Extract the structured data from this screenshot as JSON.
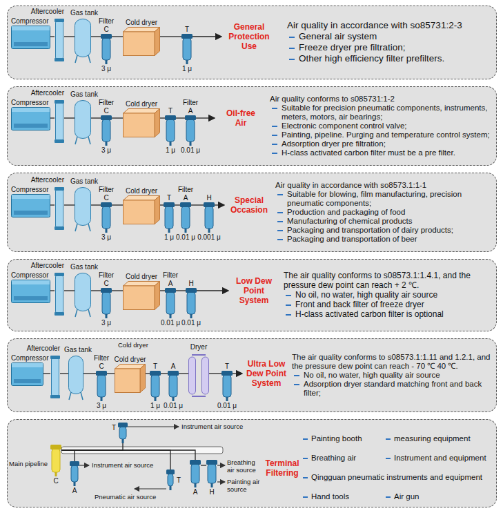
{
  "diagram": {
    "nodes": [
      {
        "text": [
          "General Protection Use",
          "Air quality in accordance with so85731:2-3",
          "General air system",
          "Freeze dryer pre filtration;",
          "Other high efficiency filter prefilters."
        ]
      },
      {
        "text": [
          "Compressor"
        ],
        "in": 0
      },
      {
        "text": [
          "Aftercooler"
        ],
        "in": 0
      },
      {
        "text": [
          "Gas tank"
        ],
        "in": 0
      },
      {
        "text": [
          "Filter",
          "C",
          "3 μ"
        ],
        "in": 0
      },
      {
        "text": [
          "Cold dryer"
        ],
        "in": 0
      },
      {
        "text": [
          "T",
          "1 μ"
        ],
        "in": 0
      },
      {
        "text": [
          "Oil-free Air",
          "Air quality conforms to s085731:1-2",
          "Suitable for precision pneumatic components, instruments, meters, motors, air bearings;",
          "Electronic component control valve;",
          "Painting, pipeline. Purging and temperature control system;",
          "Adsorption dryer pre filtration;",
          "H-class activated carbon filter must be a pre filter."
        ]
      },
      {
        "text": [
          "Compressor"
        ],
        "in": 7
      },
      {
        "text": [
          "Aftercooler"
        ],
        "in": 7
      },
      {
        "text": [
          "Gas tank"
        ],
        "in": 7
      },
      {
        "text": [
          "Filter",
          "C",
          "3 μ"
        ],
        "in": 7
      },
      {
        "text": [
          "Cold dryer"
        ],
        "in": 7
      },
      {
        "text": [
          "T",
          "1 μ"
        ],
        "in": 7
      },
      {
        "text": [
          "Filter",
          "A",
          "0.01 μ"
        ],
        "in": 7
      },
      {
        "text": [
          "Special Occasion",
          "Air quality in accordance with so8573.1:1-1",
          "Suitable for blowing, film manufacturing, precision pneumatic components;",
          "Production and packaging of food",
          "Manufacturing of chemical products",
          "Packaging and transportation of dairy products;",
          "Packaging and transportation of beer"
        ]
      },
      {
        "text": [
          "Compressor"
        ],
        "in": 15
      },
      {
        "text": [
          "Aftercooler"
        ],
        "in": 15
      },
      {
        "text": [
          "Gas tank"
        ],
        "in": 15
      },
      {
        "text": [
          "Filter",
          "C",
          "3 μ"
        ],
        "in": 15
      },
      {
        "text": [
          "Cold dryer"
        ],
        "in": 15
      },
      {
        "text": [
          "T",
          "1 μ"
        ],
        "in": 15
      },
      {
        "text": [
          "Filter",
          "A",
          "0.01 μ"
        ],
        "in": 15
      },
      {
        "text": [
          "H",
          "0.001 μ"
        ],
        "in": 15
      },
      {
        "text": [
          "Low Dew Point System",
          "The air quality conforms to s08573.1:1.4.1, and the pressure dew point can reach + 2 ℃.",
          "No oil, no water, high quality air source",
          "Front and back filter of freeze dryer",
          "H-class activated carbon filter is optional"
        ]
      },
      {
        "text": [
          "Compressor"
        ],
        "in": 24
      },
      {
        "text": [
          "Aftercooler"
        ],
        "in": 24
      },
      {
        "text": [
          "Gas tank"
        ],
        "in": 24
      },
      {
        "text": [
          "Filter",
          "C",
          "3 μ"
        ],
        "in": 24
      },
      {
        "text": [
          "Cold dryer"
        ],
        "in": 24
      },
      {
        "text": [
          "Filter",
          "A",
          "0.01 μ"
        ],
        "in": 24
      },
      {
        "text": [
          "H",
          "0.01 μ"
        ],
        "in": 24
      },
      {
        "text": [
          "Ultra Low Dew Point System",
          "The air quality conforms to s08573.1:1.11 and 1.2.1, and the pressure dew point can reach - 70 ℃ 40 ℃.",
          "No oil, no water, high quality air source",
          "Adsorption dryer standard matching front and back filter;"
        ]
      },
      {
        "text": [
          "Compressor"
        ],
        "in": 32
      },
      {
        "text": [
          "Aftercooler"
        ],
        "in": 32
      },
      {
        "text": [
          "Gas tank"
        ],
        "in": 32
      },
      {
        "text": [
          "Filter",
          "C",
          "3 μ"
        ],
        "in": 32
      },
      {
        "text": [
          "Cold dryer"
        ],
        "in": 32
      },
      {
        "text": [
          "T",
          "1 μ"
        ],
        "in": 32
      },
      {
        "text": [
          "A",
          "0.01 μ"
        ],
        "in": 32
      },
      {
        "text": [
          "Dryer"
        ],
        "in": 32
      },
      {
        "text": [
          "T",
          "0.01 μ"
        ],
        "in": 32
      },
      {
        "text": [
          "Terminal Filtering",
          "Painting booth",
          "measuring equipment",
          "Breathing air",
          "Instrument and equipment",
          "Qingguan pneumatic instruments and equipment",
          "Hand tools",
          "Air gun"
        ]
      },
      {
        "text": [
          "C"
        ],
        "in": 42
      },
      {
        "text": [
          "T"
        ],
        "in": 42
      },
      {
        "text": [
          "A"
        ],
        "in": 42
      },
      {
        "text": [
          "T"
        ],
        "in": 42
      },
      {
        "text": [
          "A"
        ],
        "in": 42
      },
      {
        "text": [
          "H"
        ],
        "in": 42
      }
    ],
    "edges": [
      {
        "from": 1,
        "to": 2,
        "arrow": "none"
      },
      {
        "from": 2,
        "to": 3,
        "arrow": "none"
      },
      {
        "from": 3,
        "to": 4,
        "arrow": "none"
      },
      {
        "from": 4,
        "to": 5,
        "arrow": "none"
      },
      {
        "from": 5,
        "to": 6,
        "arrow": "none"
      },
      {
        "from": 8,
        "to": 9,
        "arrow": "none"
      },
      {
        "from": 9,
        "to": 10,
        "arrow": "none"
      },
      {
        "from": 10,
        "to": 11,
        "arrow": "none"
      },
      {
        "from": 11,
        "to": 12,
        "arrow": "none"
      },
      {
        "from": 12,
        "to": 13,
        "arrow": "none"
      },
      {
        "from": 13,
        "to": 14,
        "arrow": "none"
      },
      {
        "from": 16,
        "to": 17,
        "arrow": "none"
      },
      {
        "from": 17,
        "to": 18,
        "arrow": "none"
      },
      {
        "from": 18,
        "to": 19,
        "arrow": "none"
      },
      {
        "from": 19,
        "to": 20,
        "arrow": "none"
      },
      {
        "from": 20,
        "to": 21,
        "arrow": "none"
      },
      {
        "from": 21,
        "to": 22,
        "arrow": "none"
      },
      {
        "from": 22,
        "to": 23,
        "arrow": "none"
      },
      {
        "from": 25,
        "to": 26,
        "arrow": "none"
      },
      {
        "from": 26,
        "to": 27,
        "arrow": "none"
      },
      {
        "from": 27,
        "to": 28,
        "arrow": "none"
      },
      {
        "from": 28,
        "to": 29,
        "arrow": "none"
      },
      {
        "from": 29,
        "to": 30,
        "arrow": "none"
      },
      {
        "from": 30,
        "to": 31,
        "arrow": "none"
      },
      {
        "from": 33,
        "to": 34,
        "arrow": "none"
      },
      {
        "from": 34,
        "to": 35,
        "arrow": "none"
      },
      {
        "from": 35,
        "to": 36,
        "arrow": "none"
      },
      {
        "from": 36,
        "to": 37,
        "arrow": "none"
      },
      {
        "from": 37,
        "to": 38,
        "arrow": "none"
      },
      {
        "from": 38,
        "to": 39,
        "arrow": "none"
      },
      {
        "from": 39,
        "to": 40,
        "arrow": "none"
      },
      {
        "from": 40,
        "to": 41,
        "arrow": "none"
      },
      {
        "from": 43,
        "to": 44,
        "arrow": "none"
      },
      {
        "from": 43,
        "to": 45,
        "arrow": "none"
      },
      {
        "from": 43,
        "to": 46,
        "arrow": "none"
      },
      {
        "from": 43,
        "to": 47,
        "arrow": "none"
      },
      {
        "from": 47,
        "to": 48,
        "arrow": "none"
      }
    ],
    "labels": [
      "Cold dryer",
      "Main pipeline",
      "Instrument air source",
      "Instrument air source",
      "Pneumatic air source",
      "Breathing air source",
      "Painting air source"
    ]
  }
}
